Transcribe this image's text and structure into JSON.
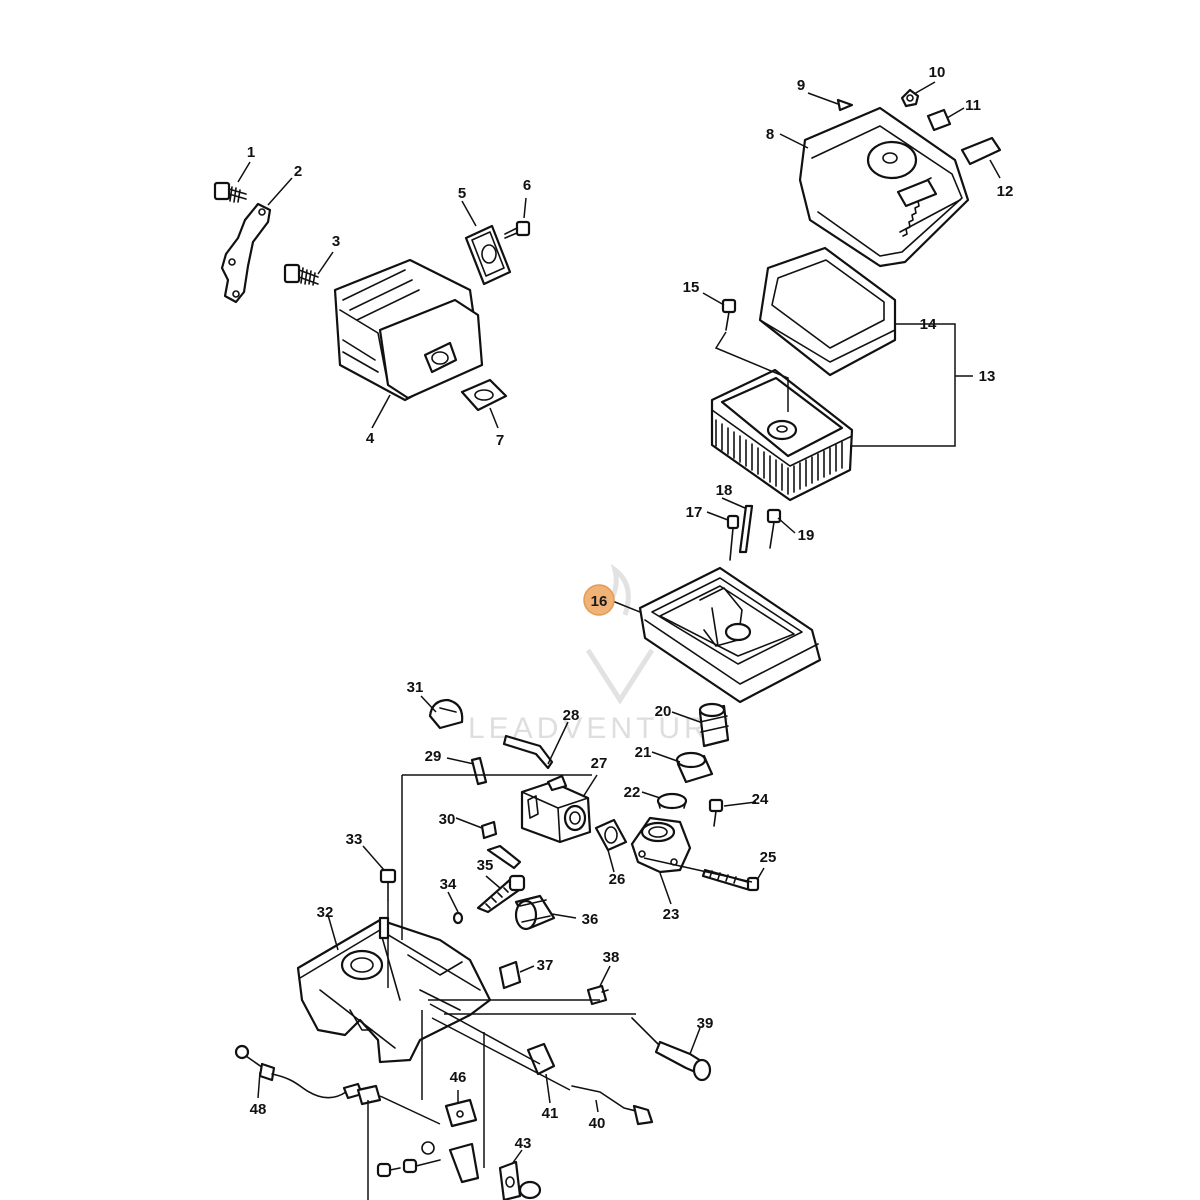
{
  "diagram": {
    "highlight_color": "#f0b277",
    "highlighted_callout": "16",
    "watermark": "LEADVENTURE",
    "callouts": {
      "c1": "1",
      "c2": "2",
      "c3": "3",
      "c4": "4",
      "c5": "5",
      "c6": "6",
      "c7": "7",
      "c8": "8",
      "c9": "9",
      "c10": "10",
      "c11": "11",
      "c12": "12",
      "c13": "13",
      "c14": "14",
      "c15": "15",
      "c16": "16",
      "c17": "17",
      "c18": "18",
      "c19": "19",
      "c20": "20",
      "c21": "21",
      "c22": "22",
      "c23": "23",
      "c24": "24",
      "c25": "25",
      "c26": "26",
      "c27": "27",
      "c28": "28",
      "c29": "29",
      "c30": "30",
      "c31": "31",
      "c32": "32",
      "c33": "33",
      "c34": "34",
      "c35": "35",
      "c36": "36",
      "c37": "37",
      "c38": "38",
      "c39": "39",
      "c40": "40",
      "c41": "41",
      "c43": "43",
      "c46": "46",
      "c48": "48"
    }
  }
}
